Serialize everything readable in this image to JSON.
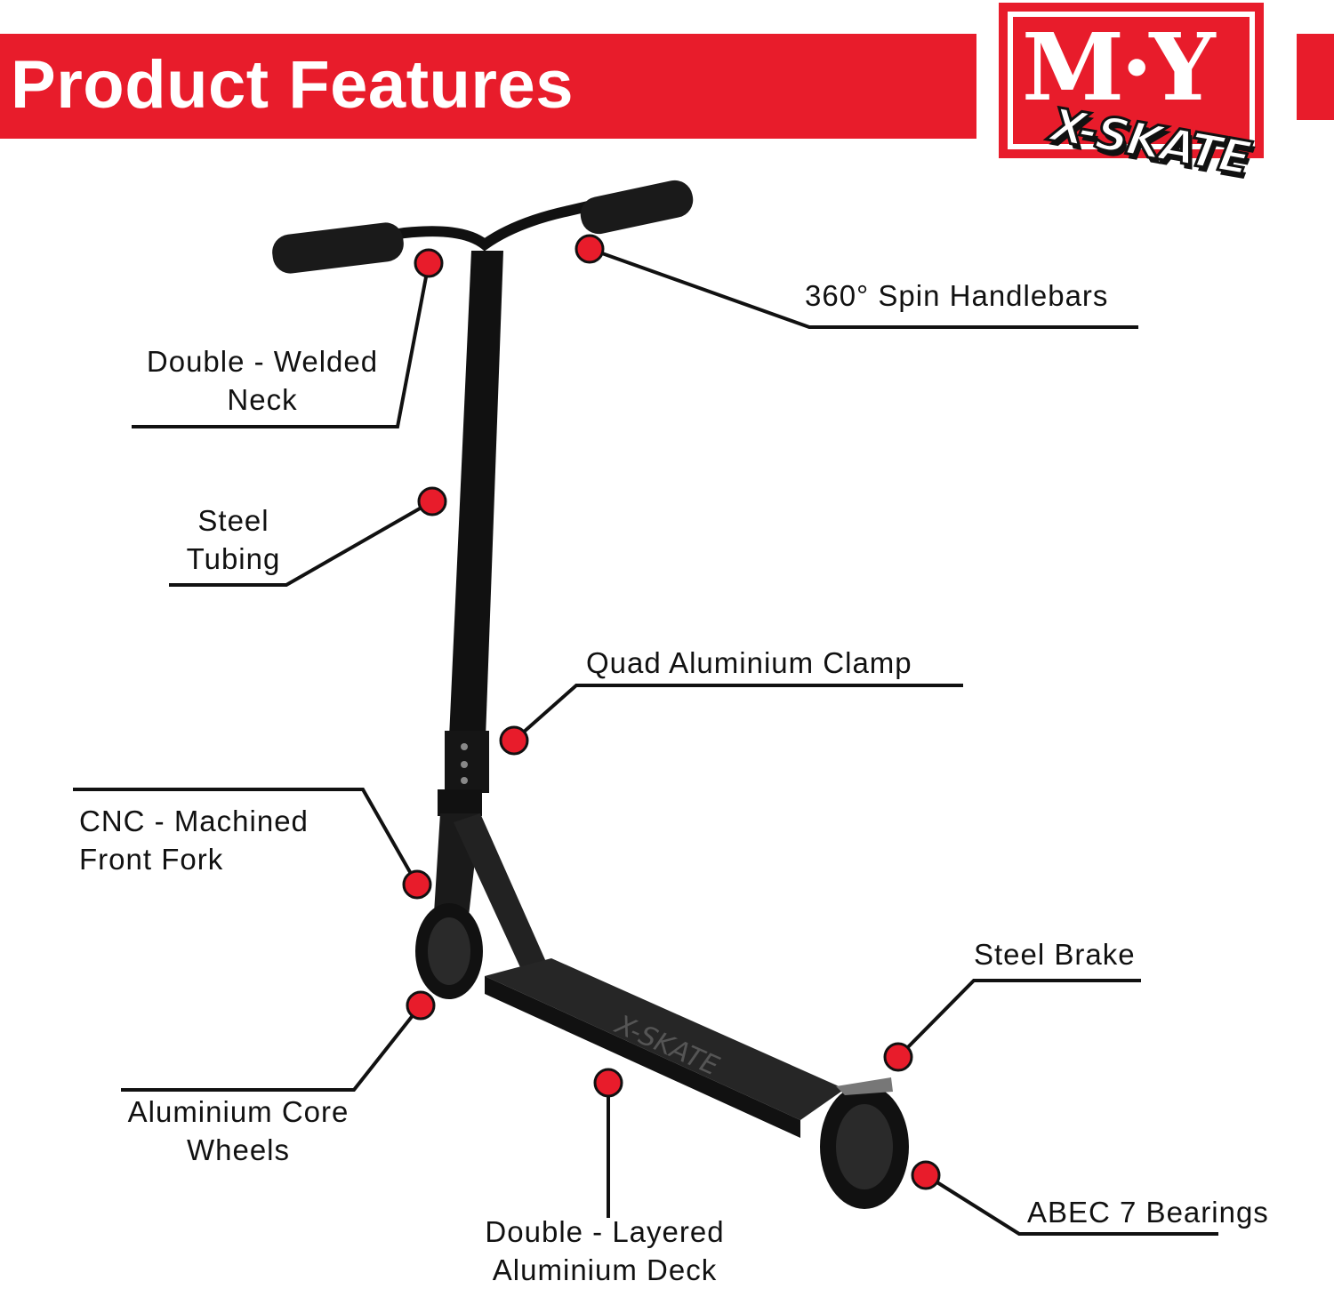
{
  "header": {
    "title": "Product Features"
  },
  "logo": {
    "brand": "M·Y",
    "sub_brand": "X-SKATE"
  },
  "deck_print": "X-SKATE",
  "colors": {
    "accent": "#e81c2b",
    "line": "#111111"
  },
  "features": [
    {
      "lines": [
        "360° Spin Handlebars"
      ]
    },
    {
      "lines": [
        "Double - Welded",
        "Neck"
      ]
    },
    {
      "lines": [
        "Steel",
        "Tubing"
      ]
    },
    {
      "lines": [
        "Quad Aluminium Clamp"
      ]
    },
    {
      "lines": [
        "CNC - Machined",
        "Front Fork"
      ]
    },
    {
      "lines": [
        "Aluminium Core",
        "Wheels"
      ]
    },
    {
      "lines": [
        "Double - Layered",
        "Aluminium Deck"
      ]
    },
    {
      "lines": [
        "Steel Brake"
      ]
    },
    {
      "lines": [
        "ABEC 7 Bearings"
      ]
    }
  ]
}
